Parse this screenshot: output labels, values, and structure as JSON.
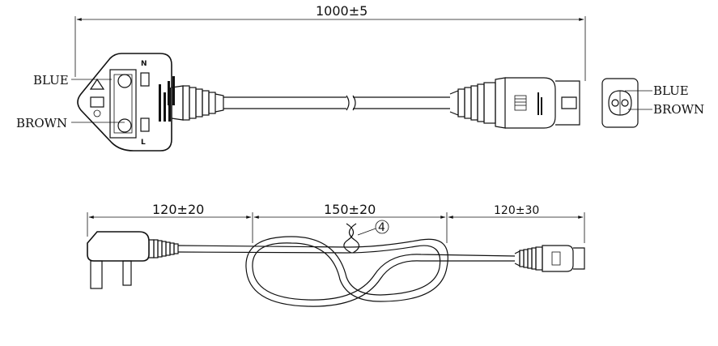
{
  "dimensions": {
    "total_length": "1000±5",
    "plug_segment": "120±20",
    "middle_segment": "150±20",
    "connector_segment": "120±30"
  },
  "wire_labels": {
    "plug_blue": "BLUE",
    "plug_brown": "BROWN",
    "socket_blue": "BLUE",
    "socket_brown": "BROWN"
  },
  "plug_markings": {
    "pin_n": "N",
    "pin_l": "L"
  },
  "callout": "4"
}
